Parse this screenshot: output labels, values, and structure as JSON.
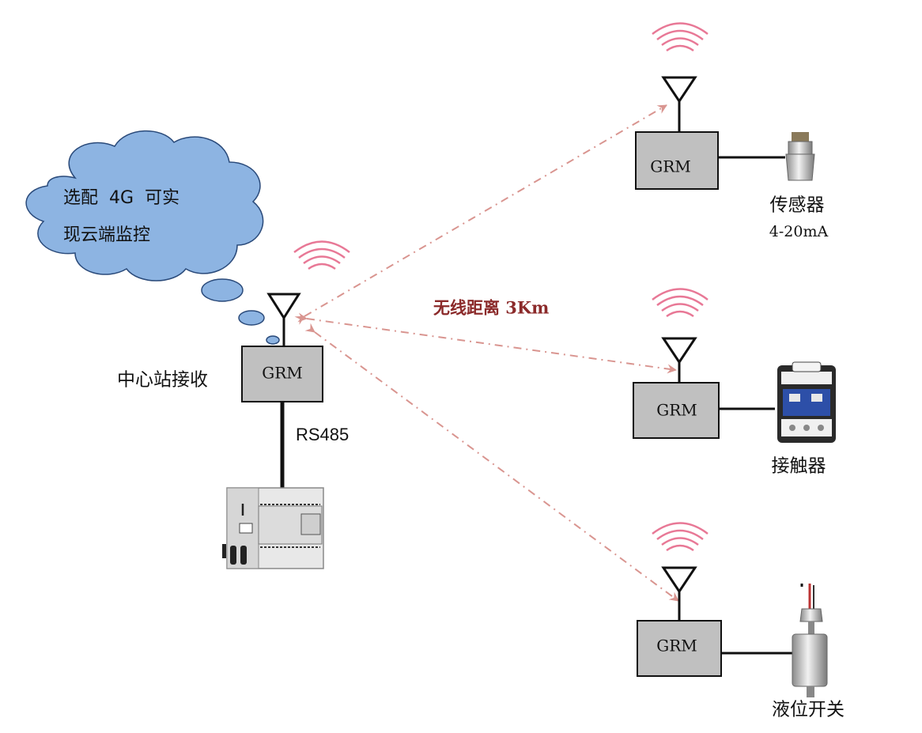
{
  "cloud": {
    "line1": "选配  4G  可实",
    "line2": "现云端监控"
  },
  "center": {
    "module_label": "GRM",
    "station_label": "中心站接收",
    "bus_label": "RS485"
  },
  "link": {
    "label": "无线距离 3Km"
  },
  "remotes": [
    {
      "module_label": "GRM",
      "device_label": "传感器",
      "device_sub": "4-20mA"
    },
    {
      "module_label": "GRM",
      "device_label": "接触器",
      "device_sub": ""
    },
    {
      "module_label": "GRM",
      "device_label": "液位开关",
      "device_sub": ""
    }
  ],
  "colors": {
    "module_fill": "#c0c0c0",
    "cloud_fill": "#8db4e2",
    "cloud_stroke": "#2a4a7a",
    "signal": "#e87896",
    "link_line": "#d99590",
    "label_accent": "#8b2a2a"
  }
}
